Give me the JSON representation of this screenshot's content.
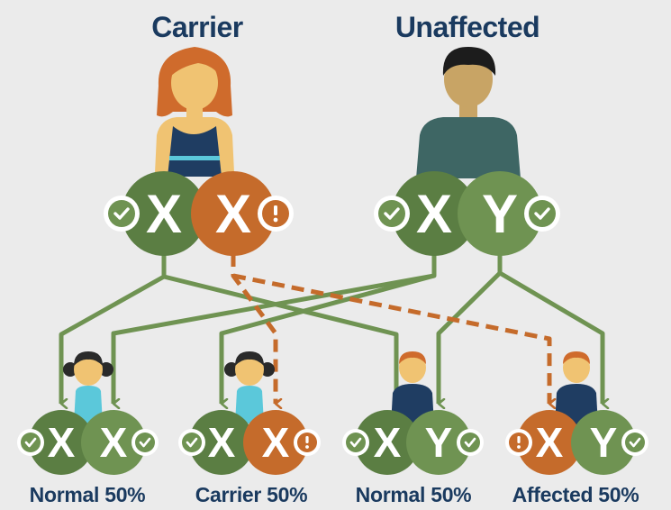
{
  "parents": {
    "mother": {
      "label": "Carrier"
    },
    "father": {
      "label": "Unaffected"
    }
  },
  "children": [
    {
      "label": "Normal 50%"
    },
    {
      "label": "Carrier 50%"
    },
    {
      "label": "Normal 50%"
    },
    {
      "label": "Affected 50%"
    }
  ],
  "chromosome_symbols": {
    "x": "X",
    "y": "Y"
  },
  "colors": {
    "background": "#ebebeb",
    "normal": "#6f9352",
    "normal_dark": "#5b7e43",
    "mutated": "#c56b2b",
    "label_text": "#1a3a5f",
    "dress": "#1f3d62",
    "father_shirt": "#3e6664",
    "girl_dress": "#5bc8da"
  }
}
